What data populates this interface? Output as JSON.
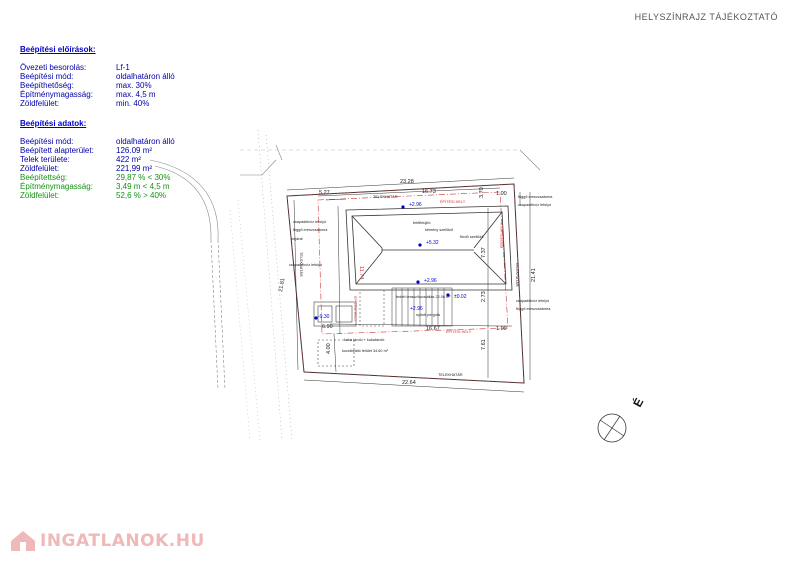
{
  "header": {
    "title": "HELYSZÍNRAJZ TÁJÉKOZTATÓ"
  },
  "regulations": {
    "title": "Beépítési előírások:",
    "rows": [
      {
        "label": "Övezeti besorolás:",
        "value": "Lf-1"
      },
      {
        "label": "Beépítési mód:",
        "value": "oldalhatáron álló"
      },
      {
        "label": "Beépíthetőség:",
        "value": "max. 30%"
      },
      {
        "label": "Építménymagasság:",
        "value": "max. 4,5 m"
      },
      {
        "label": "Zöldfelület:",
        "value": "min. 40%"
      }
    ]
  },
  "building_data": {
    "title": "Beépítési adatok:",
    "rows": [
      {
        "label": "Beépítési mód:",
        "value": "oldalhatáron álló"
      },
      {
        "label": "Beépített alapterület:",
        "value": "126.09 m²"
      },
      {
        "label": "Telek területe:",
        "value": "422 m²"
      },
      {
        "label": "Zöldfelület:",
        "value": "221,99 m²"
      },
      {
        "label": "Beépítettség:",
        "value": "29,87 % < 30%"
      },
      {
        "label": "Építménymagasság:",
        "value": "3,49 m < 4,5 m"
      },
      {
        "label": "Zöldfelület:",
        "value": "52,6 % > 40%"
      }
    ]
  },
  "plan": {
    "dims": {
      "d527": "5.27",
      "d2328": "23.28",
      "d1673": "16.73",
      "d370": "3.70",
      "d100a": "1.00",
      "d1174": "11.74",
      "d737": "7.37",
      "d2141": "21.41",
      "d273": "2.73",
      "d1667": "16.67",
      "d100b": "1.00",
      "d761": "7.61",
      "d2264": "22.64",
      "d2181": "21.81",
      "d400": "4.00",
      "d690": "6.90"
    },
    "levels": {
      "l296a": "+2.96",
      "l532": "+5.32",
      "l296b": "+2.96",
      "l002": "±0.02",
      "l296c": "+2.96",
      "l030": "-0.30"
    },
    "labels": {
      "csap1": "csapadékvíz lefolyó",
      "fugg1": "függő ereszcsatorna",
      "csap2": "csapadékvíz lefolyó",
      "fugg2": "függő ereszcsatorna",
      "teto": "tetőfelújító",
      "kemeny": "kémény szellőző",
      "frissszell": "fürdő szellőző",
      "csap3": "csapadékvíz lefolyó",
      "fedett": "fedett terasz/kocsiállás 22.06 m²",
      "nyitott": "nyitott pergola",
      "csap4": "csapadékvíz lefolyó",
      "fugg3": "függő ereszcsatorna",
      "kuka": "kuka tároló + kukatároló",
      "kocsi": "kocsibeálló felület 34.60 m²",
      "telekhatar1": "TELEKHATÁR",
      "telekhatar2": "TELEKHATÁR",
      "telekhatar3": "TELEKHATÁR",
      "telekhatar4": "TELEKHATÁR",
      "epitesi1": "ÉPÍTÉSI HELY",
      "epitesi2": "ÉPÍTÉSI HELY",
      "epitesi3": "ÉPÍTÉSI HELY",
      "epitesi4": "ÉPÍTÉSI HELY",
      "bejarat": "bejárat"
    },
    "north": "É"
  },
  "logo": {
    "text": "INGATLANOK.HU"
  }
}
